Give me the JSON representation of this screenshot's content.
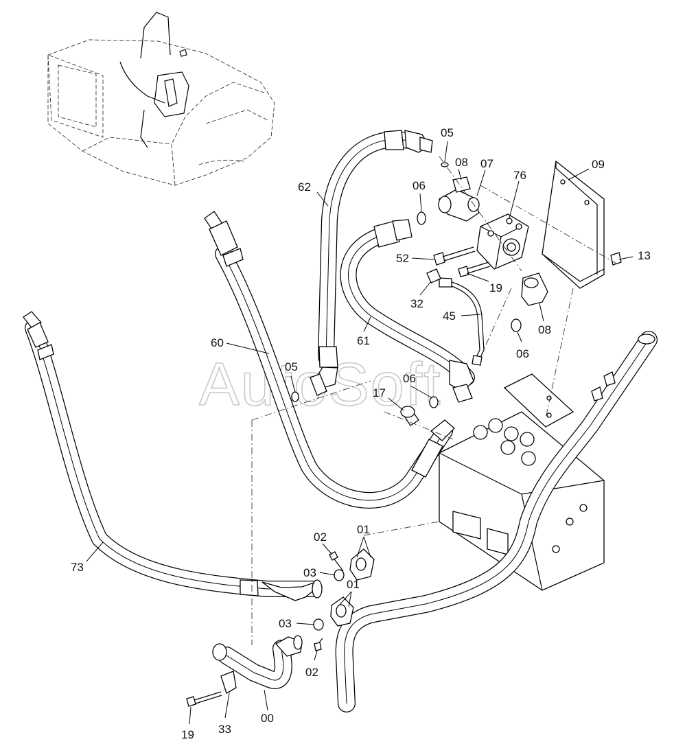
{
  "watermark": "AutoSoft",
  "labels": {
    "l05a": "05",
    "l08a": "08",
    "l07": "07",
    "l09": "09",
    "l76": "76",
    "l62": "62",
    "l06a": "06",
    "l52": "52",
    "l13": "13",
    "l19a": "19",
    "l32": "32",
    "l45": "45",
    "l08b": "08",
    "l60": "60",
    "l61": "61",
    "l05b": "05",
    "l06b": "06",
    "l06c": "06",
    "l17": "17",
    "l02a": "02",
    "l01a": "01",
    "l73": "73",
    "l03a": "03",
    "l01b": "01",
    "l03b": "03",
    "l02b": "02",
    "l19b": "19",
    "l33": "33",
    "l00": "00"
  },
  "colors": {
    "line": "#000000",
    "watermark": "#c9c9c9",
    "background": "#ffffff"
  }
}
